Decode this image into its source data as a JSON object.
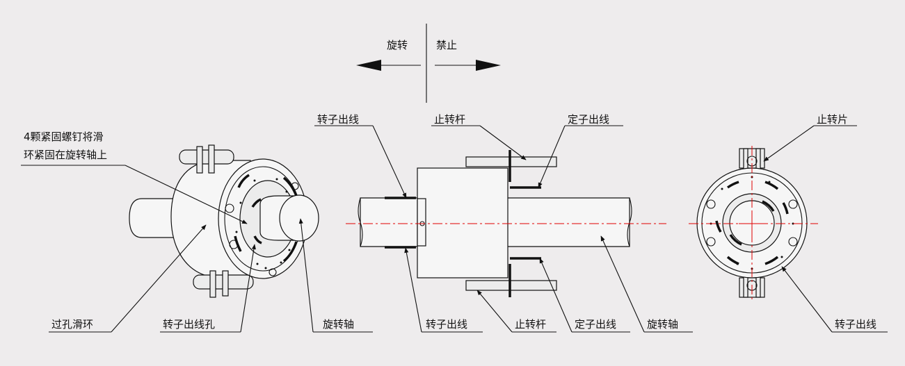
{
  "direction": {
    "left_label": "旋转",
    "right_label": "禁止"
  },
  "labels": {
    "screws_line1": "4颗紧固螺钉将滑",
    "screws_line2": "环紧固在旋转轴上",
    "through_hole_ring": "过孔滑环",
    "rotor_wire_hole": "转子出线孔",
    "rotating_shaft_left": "旋转轴",
    "rotor_wire_top": "转子出线",
    "stop_rod_top": "止转杆",
    "stator_wire_top": "定子出线",
    "rotor_wire_bottom": "转子出线",
    "stop_rod_bottom": "止转杆",
    "stator_wire_bottom": "定子出线",
    "rotating_shaft_middle": "旋转轴",
    "stop_tab": "止转片",
    "rotor_wire_right": "转子出线"
  },
  "colors": {
    "background": "#eeeced",
    "line": "#111111",
    "centerline": "#e00000"
  }
}
